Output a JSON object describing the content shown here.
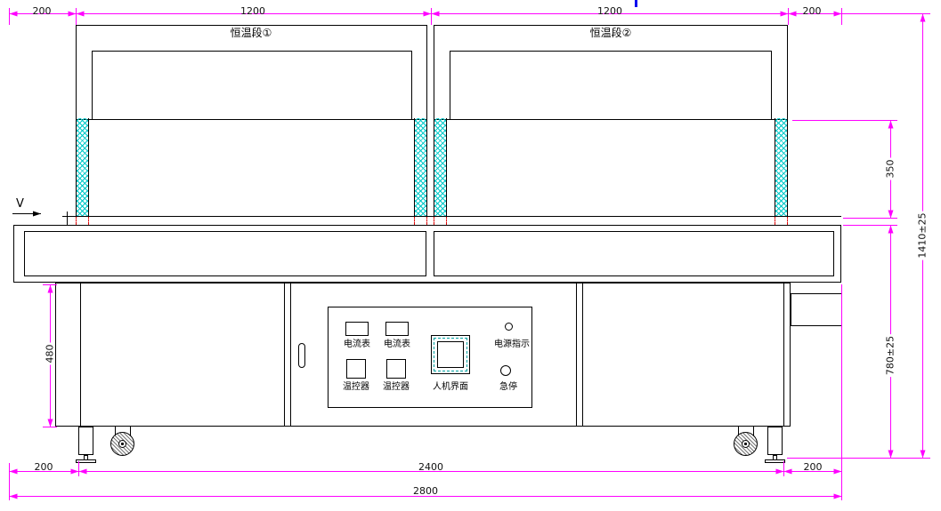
{
  "drawing": {
    "sections": {
      "s1": "恒温段①",
      "s2": "恒温段②"
    },
    "direction_label": "V",
    "panel": {
      "ammeter1": "电流表",
      "ammeter2": "电流表",
      "tc1": "温控器",
      "tc2": "温控器",
      "hmi": "人机界面",
      "power": "电源指示",
      "estop": "急停"
    },
    "dims": {
      "top": [
        "200",
        "1200",
        "1200",
        "200"
      ],
      "bottom": [
        "200",
        "2400",
        "200"
      ],
      "total_width": "2800",
      "left_height": "480",
      "col_height": "350",
      "total_height": "1410±25",
      "body_height": "780±25"
    },
    "colors": {
      "dimension_line": "#FF00FF",
      "outline": "#000000",
      "hatch": "#00C9C9",
      "hidden_line": "#DD0000",
      "fragment": "#0000EE"
    }
  }
}
